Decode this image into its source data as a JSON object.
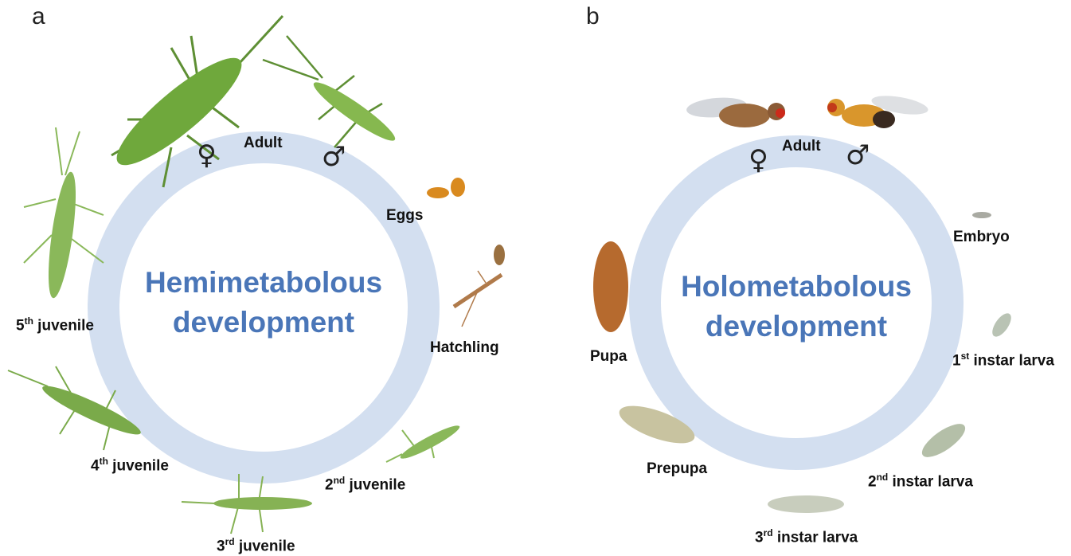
{
  "panel_a": {
    "letter": "a",
    "title_line1": "Hemimetabolous",
    "title_line2": "development",
    "labels": {
      "adult": "Adult",
      "eggs": "Eggs",
      "hatchling": "Hatchling",
      "juv2_num": "2",
      "juv2_sup": "nd",
      "juv2_text": " juvenile",
      "juv3_num": "3",
      "juv3_sup": "rd",
      "juv3_text": " juvenile",
      "juv4_num": "4",
      "juv4_sup": "th",
      "juv4_text": " juvenile",
      "juv5_num": "5",
      "juv5_sup": "th",
      "juv5_text": " juvenile"
    },
    "female_symbol": "♀",
    "male_symbol": "♂"
  },
  "panel_b": {
    "letter": "b",
    "title_line1": "Holometabolous",
    "title_line2": "development",
    "labels": {
      "adult": "Adult",
      "embryo": "Embryo",
      "l1_num": "1",
      "l1_sup": "st",
      "l1_text": " instar larva",
      "l2_num": "2",
      "l2_sup": "nd",
      "l2_text": " instar larva",
      "l3_num": "3",
      "l3_sup": "rd",
      "l3_text": " instar larva",
      "prepupa": "Prepupa",
      "pupa": "Pupa"
    },
    "female_symbol": "♀",
    "male_symbol": "♂"
  },
  "colors": {
    "ring": "#d3dff0",
    "title": "#4a76b8",
    "insect_green": "#7bb04a",
    "fly_orange": "#d99a2e"
  }
}
